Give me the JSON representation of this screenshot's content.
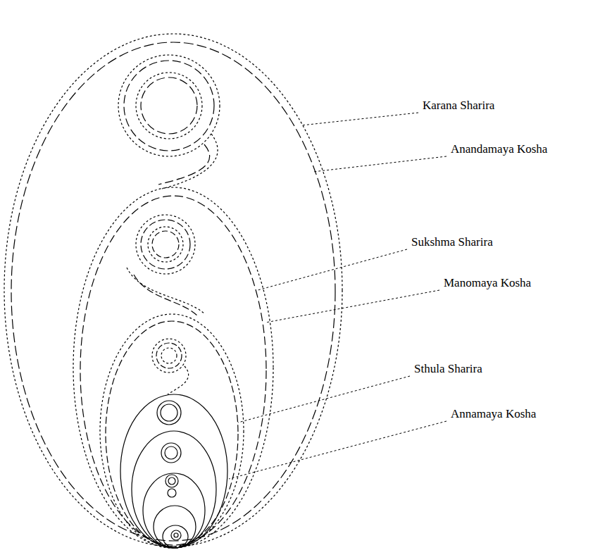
{
  "diagram": {
    "labels": [
      "Karana Sharira",
      "Anandamaya Kosha",
      "Sukshma Sharira",
      "Manomaya Kosha",
      "Sthula Sharira",
      "Annamaya Kosha"
    ]
  }
}
